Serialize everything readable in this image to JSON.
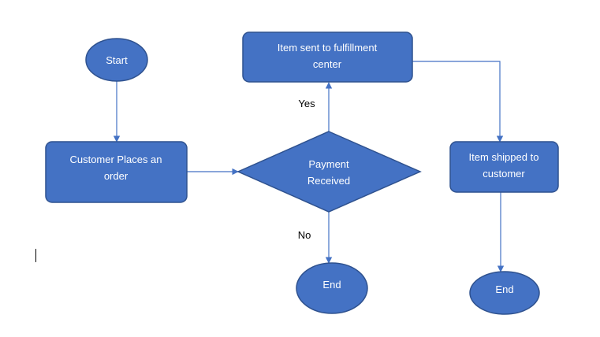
{
  "colors": {
    "shape_fill": "#4472C4",
    "shape_stroke": "#2F528F",
    "connector": "#4472C4",
    "shape_text": "#FFFFFF",
    "label_text": "#000000"
  },
  "nodes": {
    "start": {
      "label": "Start"
    },
    "customer_order": {
      "line1": "Customer Places an",
      "line2": "order"
    },
    "decision": {
      "line1": "Payment",
      "line2": "Received"
    },
    "fulfillment": {
      "line1": "Item sent to fulfillment",
      "line2": "center"
    },
    "shipped": {
      "line1": "Item shipped to",
      "line2": "customer"
    },
    "end_no": {
      "label": "End"
    },
    "end_shipped": {
      "label": "End"
    }
  },
  "edge_labels": {
    "yes": "Yes",
    "no": "No"
  }
}
